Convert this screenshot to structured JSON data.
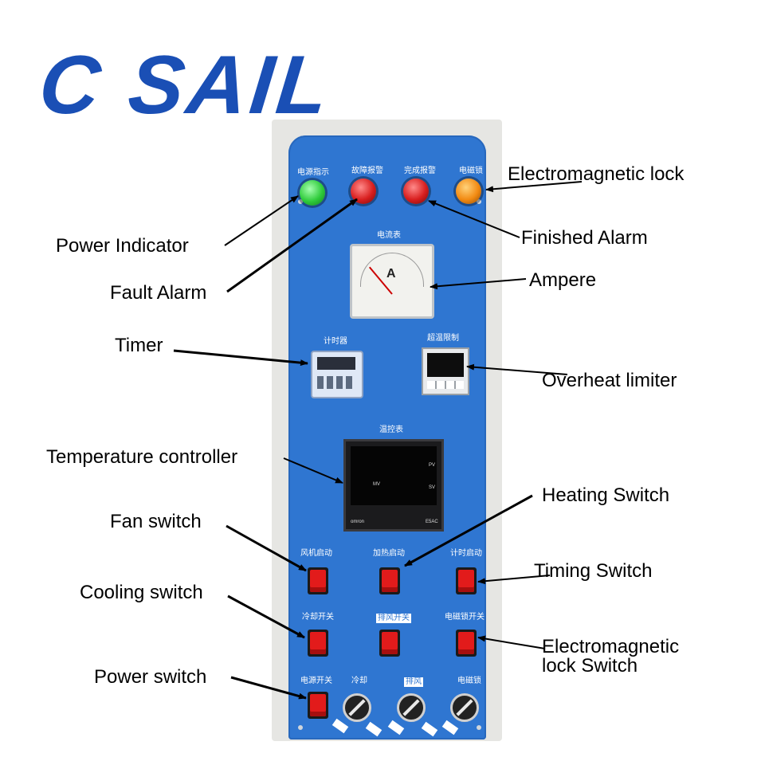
{
  "logo": "C SAIL",
  "panel_text": {
    "power_indicator": "电源指示",
    "fault_alarm": "故障报警",
    "finished_alarm": "完成报警",
    "em_lock": "电磁锁",
    "ammeter": "电流表",
    "ammeter_unit": "A",
    "timer": "计时器",
    "overheat": "超温限制",
    "temp_controller": "温控表",
    "tc_pv": "PV",
    "tc_sv": "SV",
    "tc_mv": "MV",
    "tc_brand": "omron",
    "tc_model": "E5AC",
    "fan_start": "风机启动",
    "heat_start": "加热启动",
    "timer_start": "计时启动",
    "cooling_switch": "冷却开关",
    "exhaust_fan": "排风开关",
    "em_lock_switch": "电磁锁开关",
    "power_switch": "电源开关",
    "cooling": "冷却",
    "exhaust": "排风",
    "em_lock_knob": "电磁锁"
  },
  "lamp_colors": {
    "power": "#2ecb3a",
    "fault": "#d81e1e",
    "finished": "#d81e1e",
    "em_lock": "#f28a12"
  },
  "labels": {
    "electromagnetic_lock": "Electromagnetic lock",
    "power_indicator": "Power Indicator",
    "finished_alarm": "Finished Alarm",
    "fault_alarm": "Fault Alarm",
    "ampere": "Ampere",
    "timer": "Timer",
    "overheat_limiter": "Overheat limiter",
    "temperature_controller": "Temperature controller",
    "heating_switch": "Heating Switch",
    "fan_switch": "Fan switch",
    "timing_switch": "Timing Switch",
    "cooling_switch": "Cooling switch",
    "em_lock_switch_line1": "Electromagnetic",
    "em_lock_switch_line2": "lock Switch",
    "power_switch": "Power switch"
  }
}
